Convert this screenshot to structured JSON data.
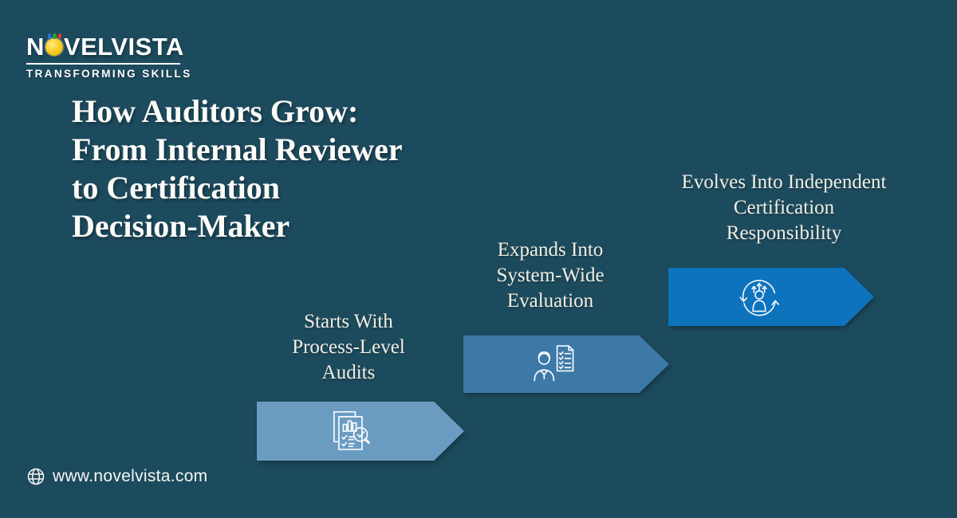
{
  "canvas": {
    "background": "#1d4b5e"
  },
  "logo": {
    "brand_prefix": "N",
    "brand_suffix": "VELVISTA",
    "tagline": "TRANSFORMING SKILLS",
    "sun_icon": "sun-badge-icon",
    "sun_color": "#f7c413",
    "figure_colors": [
      "#2f6fe0",
      "#2f9e2f",
      "#e03a2a"
    ]
  },
  "title": {
    "lines": [
      "How Auditors Grow:",
      "From Internal Reviewer",
      "to Certification",
      "Decision-Maker"
    ]
  },
  "steps": [
    {
      "label_lines": [
        "Starts With",
        "Process-Level",
        "Audits"
      ],
      "arrow_color": "#6a9cc2",
      "icon": "audit-report-magnifier-icon"
    },
    {
      "label_lines": [
        "Expands Into",
        "System-Wide",
        "Evaluation"
      ],
      "arrow_color": "#3d79a7",
      "icon": "auditor-checklist-icon"
    },
    {
      "label_lines": [
        "Evolves Into Independent",
        "Certification",
        "Responsibility"
      ],
      "arrow_color": "#0d73bd",
      "icon": "certification-responsibility-icon"
    }
  ],
  "footer": {
    "icon": "globe-icon",
    "website": "www.novelvista.com"
  }
}
